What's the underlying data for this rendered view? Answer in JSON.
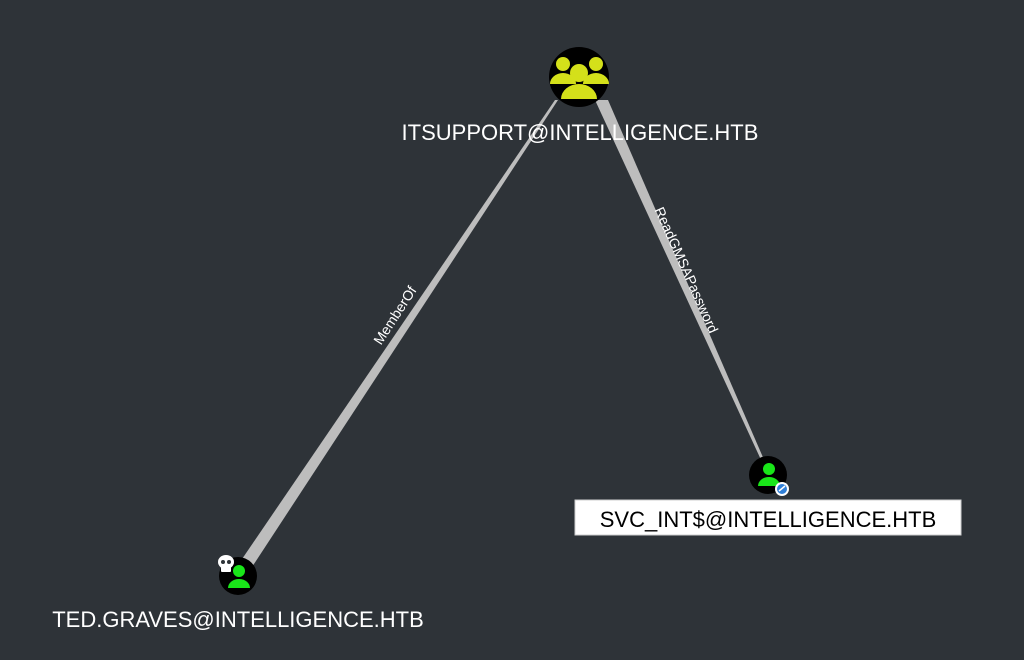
{
  "colors": {
    "background": "#2e3338",
    "edge": "#bdbdbd",
    "group_icon": "#d4e01a",
    "user_icon": "#19e619",
    "node_fill": "#000000",
    "selected_label_bg": "#ffffff",
    "gmsa_badge": "#2f7fd8"
  },
  "nodes": {
    "group": {
      "label": "ITSUPPORT@INTELLIGENCE.HTB",
      "icon": "users-group-icon"
    },
    "owned_user": {
      "label": "TED.GRAVES@INTELLIGENCE.HTB",
      "icon": "user-icon",
      "badge": "skull-icon"
    },
    "service_user": {
      "label": "SVC_INT$@INTELLIGENCE.HTB",
      "icon": "user-icon",
      "badge": "gmsa-badge-icon"
    }
  },
  "edges": {
    "member_of": {
      "label": "MemberOf"
    },
    "read_gmsa": {
      "label": "ReadGMSAPassword"
    }
  }
}
